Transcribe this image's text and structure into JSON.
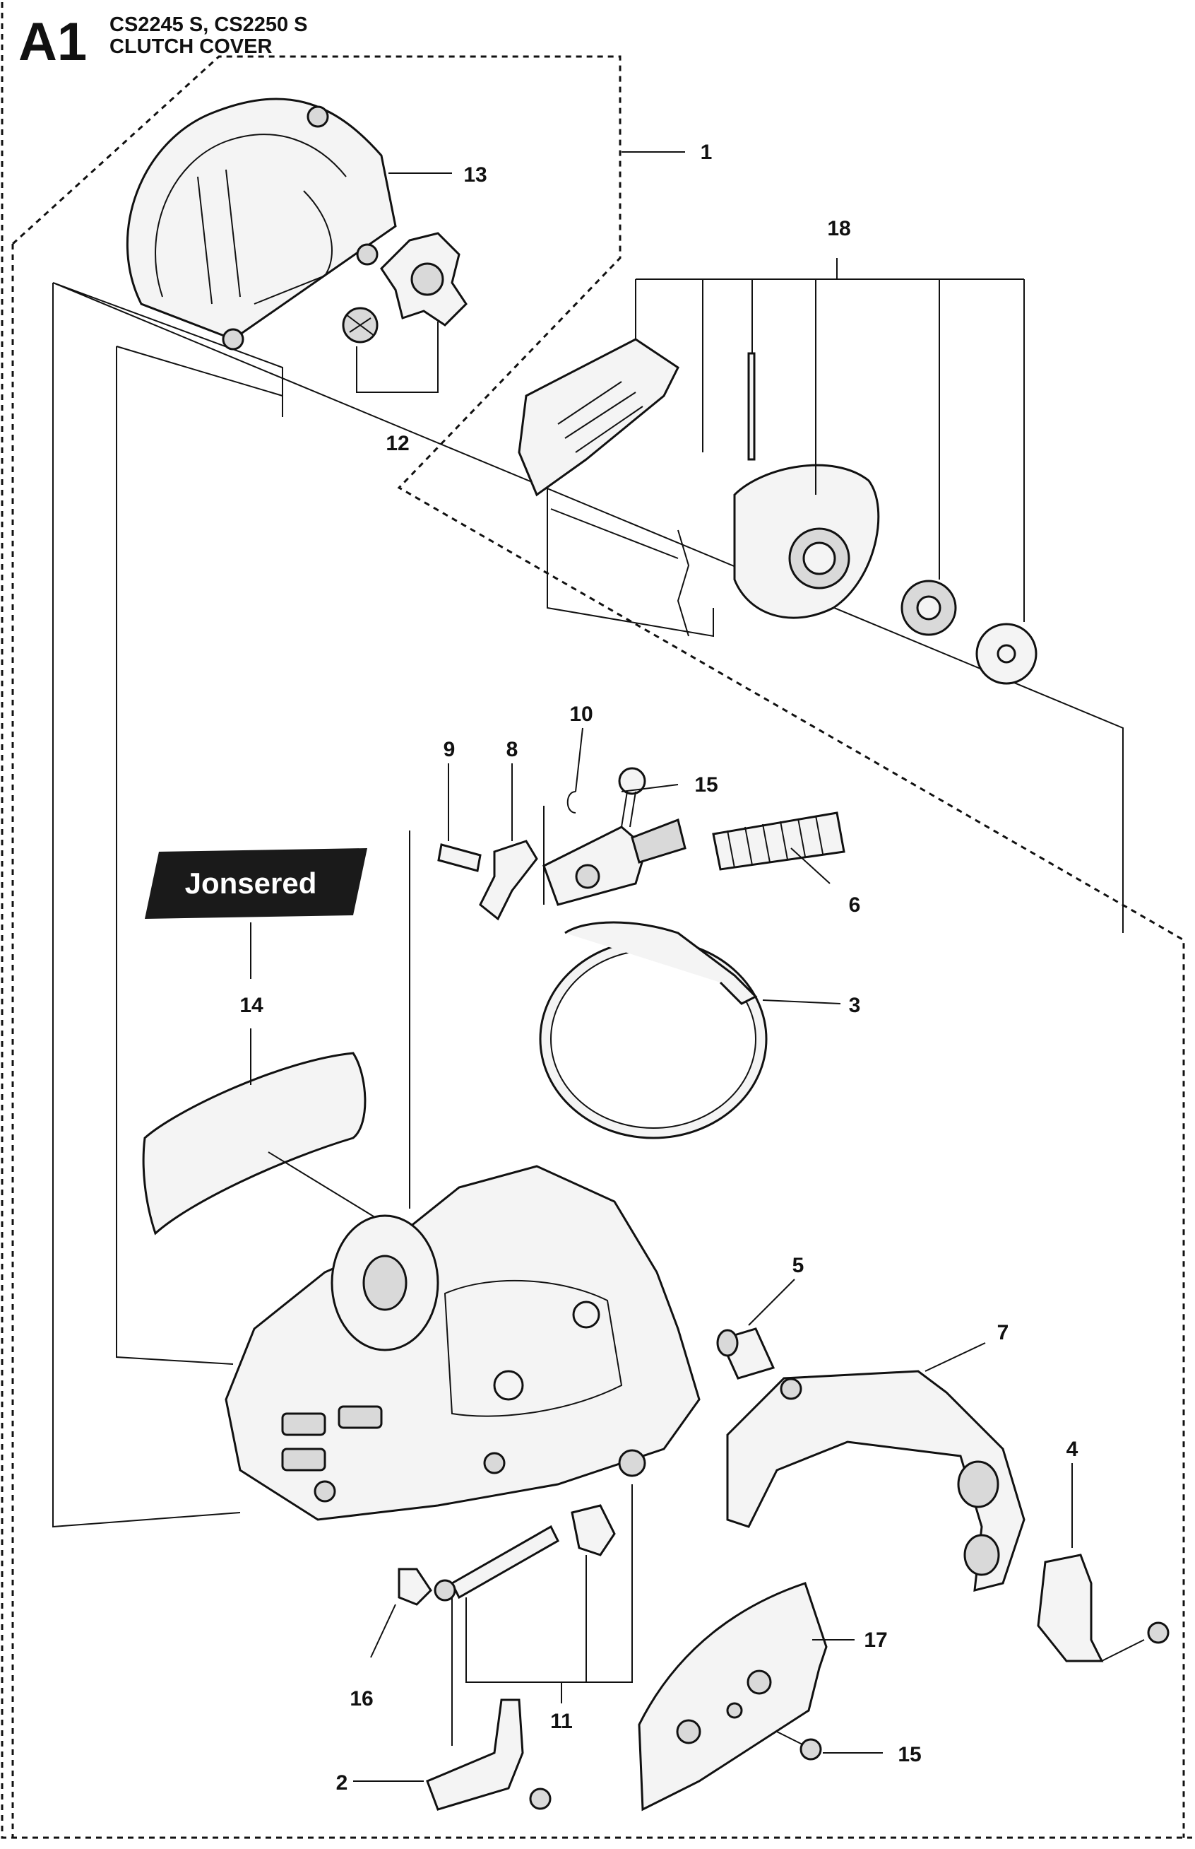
{
  "header": {
    "section_code": "A1",
    "models": "CS2245 S, CS2250 S",
    "title": "CLUTCH COVER"
  },
  "brand": {
    "decal_text": "Jonsered",
    "decal_color": "#1a1a1a"
  },
  "callouts": [
    "1",
    "2",
    "3",
    "4",
    "5",
    "6",
    "7",
    "8",
    "9",
    "10",
    "11",
    "12",
    "13",
    "14",
    "15",
    "15",
    "16",
    "17",
    "18"
  ],
  "colors": {
    "line": "#111111",
    "part_fill": "#f4f4f4",
    "shade": "#d9d9d9"
  }
}
